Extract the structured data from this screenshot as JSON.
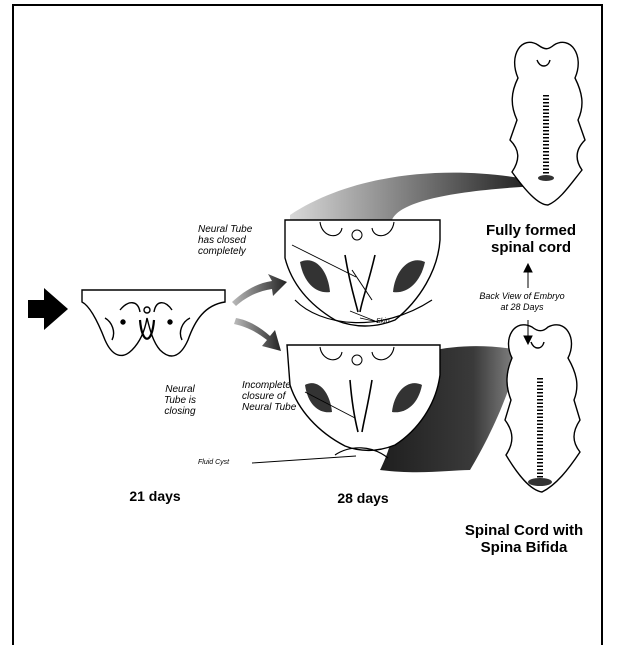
{
  "labels": {
    "neural_tube_closing": "Neural\nTube is\nclosing",
    "neural_tube_closed": "Neural Tube\nhas closed\ncompletely",
    "incomplete_closure": "Incomplete\nclosure of\nNeural Tube",
    "skin": "Skin",
    "fluid_cyst": "Fluid Cyst",
    "day_21": "21 days",
    "day_28": "28 days",
    "fully_formed": "Fully formed\nspinal cord",
    "back_view": "Back View of Embryo\nat 28 Days",
    "spina_bifida": "Spinal Cord with\nSpina Bifida"
  },
  "colors": {
    "ink": "#000000",
    "shade_light": "#cfcfcf",
    "shade_dark": "#222222",
    "background": "#ffffff"
  },
  "icons": {
    "arrow": "right-pointing-arrow"
  }
}
